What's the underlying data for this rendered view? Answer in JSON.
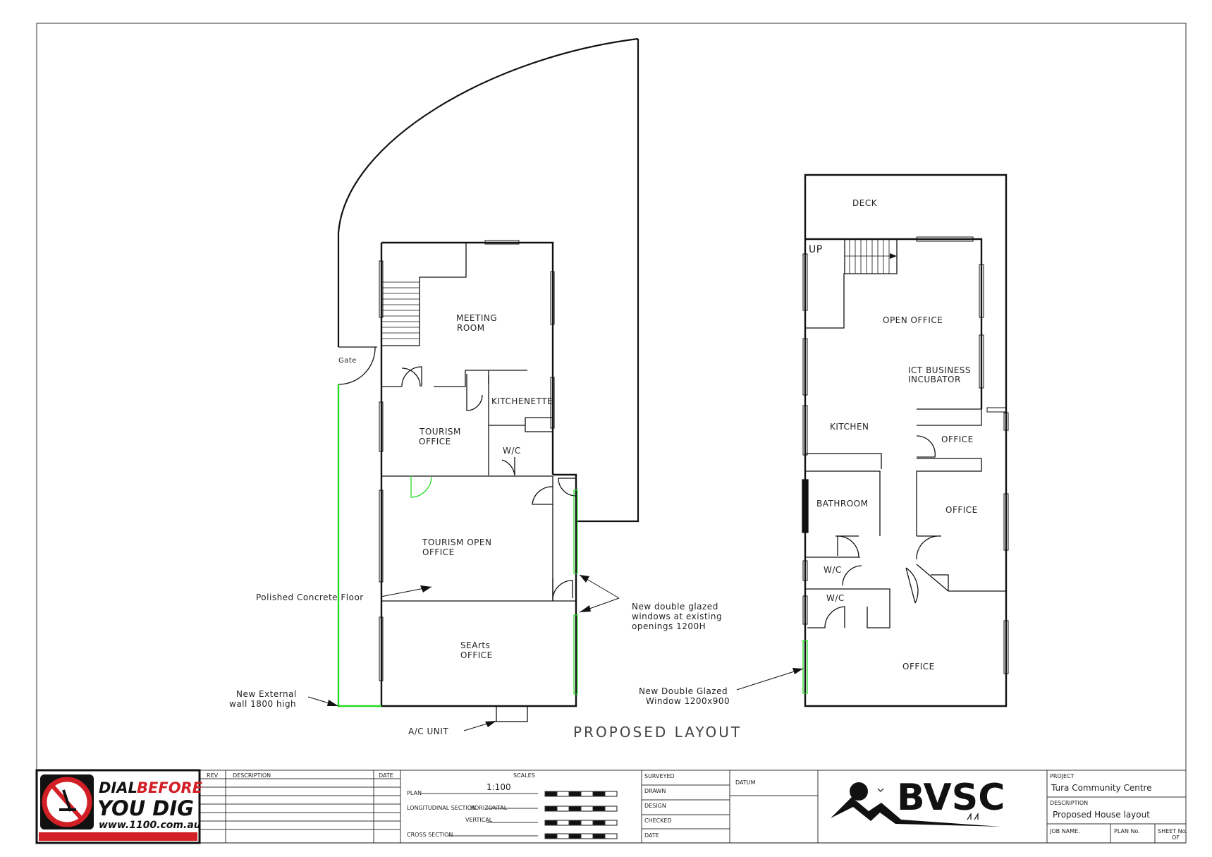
{
  "left_plan": {
    "rooms": {
      "meeting_room_1": "MEETING",
      "meeting_room_2": "ROOM",
      "kitchenette": "KITCHENETTE",
      "tourism_office_1": "TOURISM",
      "tourism_office_2": "OFFICE",
      "wc": "W/C",
      "tourism_open_office_1": "TOURISM  OPEN",
      "tourism_open_office_2": "OFFICE",
      "searts_office_1": "SEArts",
      "searts_office_2": "OFFICE",
      "gate": "Gate"
    },
    "annotations": {
      "polished_floor": "Polished  Concrete  Floor",
      "new_external_wall_1": "New  External",
      "new_external_wall_2": "wall  1800  high",
      "ac_unit": "A/C  UNIT",
      "new_windows_1": "New  double  glazed",
      "new_windows_2": "windows  at  existing",
      "new_windows_3": "openings  1200H"
    }
  },
  "right_plan": {
    "rooms": {
      "deck": "DECK",
      "up": "UP",
      "open_office": "OPEN  OFFICE",
      "ict_1": "ICT  BUSINESS",
      "ict_2": "INCUBATOR",
      "kitchen": "KITCHEN",
      "office_1": "OFFICE",
      "bathroom": "BATHROOM",
      "office_2": "OFFICE",
      "wc_1": "W/C",
      "wc_2": "W/C",
      "office_3": "OFFICE"
    },
    "annotations": {
      "new_window_1": "New  Double  Glazed",
      "new_window_2": "Window  1200x900"
    }
  },
  "drawing_title": "PROPOSED  LAYOUT",
  "title_block": {
    "dbyd": {
      "line1a": "DIAL",
      "line1b": "BEFORE",
      "line2": "YOU DIG",
      "url": "www.1100.com.au"
    },
    "rev_header": "REV",
    "description_header": "DESCRIPTION",
    "date_header": "DATE",
    "scales_header": "SCALES",
    "plan_label": "PLAN",
    "plan_scale": "1:100",
    "longitudinal_label": "LONGITUDINAL SECTION",
    "horizontal_label": "HORIZONTAL",
    "vertical_label": "VERTICAL",
    "cross_section_label": "CROSS SECTION",
    "surveyed": "SURVEYED",
    "drawn": "DRAWN",
    "design": "DESIGN",
    "checked": "CHECKED",
    "date": "DATE",
    "datum": "DATUM",
    "logo": "BVSC",
    "project_label": "PROJECT",
    "project_value": "Tura Community Centre",
    "description_label": "DESCRIPTION",
    "description_value": "Proposed House layout",
    "job_name": "JOB NAME.",
    "plan_no": "PLAN No.",
    "sheet_no": "SHEET No.",
    "of": "OF"
  },
  "colors": {
    "line": "#111111",
    "new_work": "#22dd22",
    "dbyd_red": "#d21f26"
  }
}
